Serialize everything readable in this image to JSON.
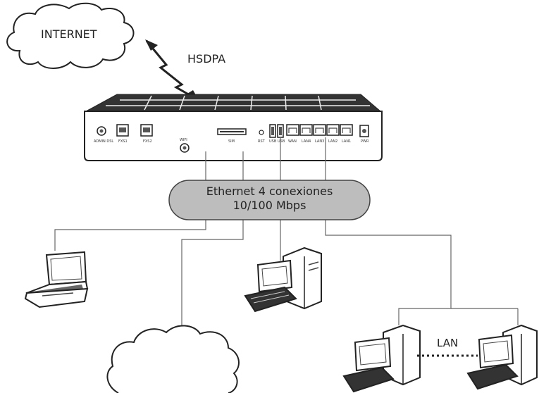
{
  "internet_label": "INTERNET",
  "link_label": "HSDPA",
  "hub": {
    "line1": "Ethernet 4 conexiones",
    "line2": "10/100 Mbps"
  },
  "lan_label": "LAN",
  "router_port_labels": [
    "ADMIN DSL",
    "FXS1",
    "FXS2",
    "WIFI",
    "SIM",
    "RST",
    "USB",
    "USB",
    "WAN",
    "LAN4",
    "LAN3",
    "LAN2",
    "LAN1",
    "PWR"
  ],
  "colors": {
    "hub_fill": "#bdbdbd",
    "line": "#555555",
    "outline": "#222222"
  }
}
